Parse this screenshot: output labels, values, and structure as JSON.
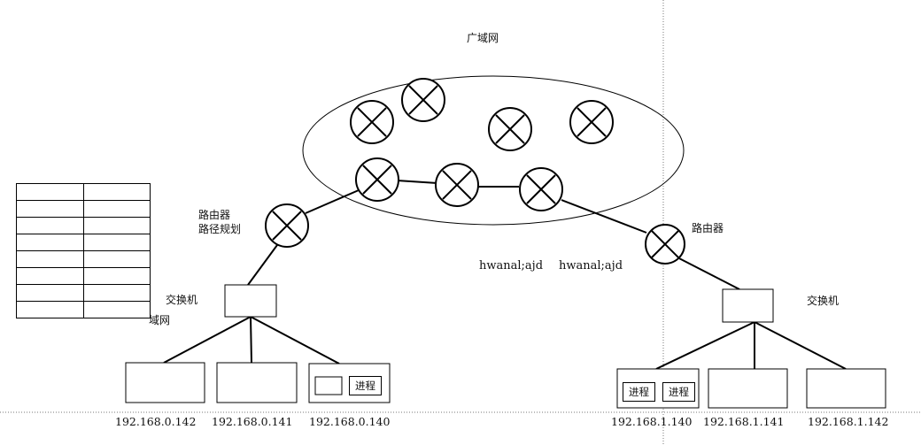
{
  "labels": {
    "wan": "广域网",
    "router_left_line1": "路由器",
    "router_left_line2": "路径规划",
    "router_right": "路由器",
    "switch_left": "交换机",
    "switch_right": "交换机",
    "partial_lan": "域网",
    "note_left": "hwanal;ajd",
    "note_right": "hwanal;ajd"
  },
  "process_label": "进程",
  "hosts_left": [
    {
      "ip": "192.168.0.142"
    },
    {
      "ip": "192.168.0.141"
    },
    {
      "ip": "192.168.0.140"
    }
  ],
  "hosts_right": [
    {
      "ip": "192.168.1.140"
    },
    {
      "ip": "192.168.1.141"
    },
    {
      "ip": "192.168.1.142"
    }
  ],
  "table": {
    "rows": 8,
    "cols": 2
  }
}
